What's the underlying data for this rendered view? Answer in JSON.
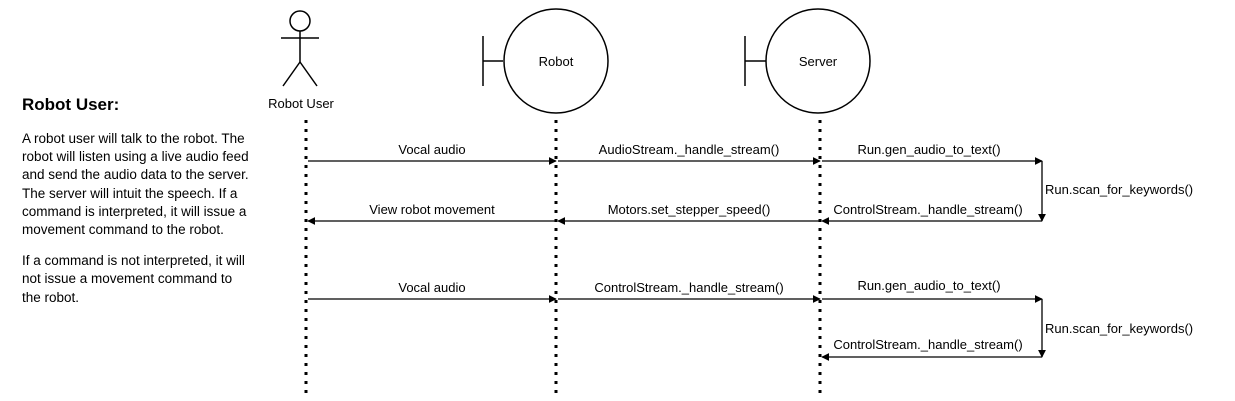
{
  "description": {
    "title": "Robot User:",
    "paragraphs": [
      "A robot user will talk to the robot. The robot will listen using a live audio feed and send the audio data to the server. The server will intuit the speech. If a command is interpreted, it will issue a movement command to the robot.",
      "If a command is not interpreted, it will not issue a movement command to the robot."
    ]
  },
  "participants": {
    "user": "Robot User",
    "robot": "Robot",
    "server": "Server"
  },
  "messages": {
    "m1": "Vocal audio",
    "m2": "AudioStream._handle_stream()",
    "m3": "Run.gen_audio_to_text()",
    "m4": "Run.scan_for_keywords()",
    "m5": "ControlStream._handle_stream()",
    "m6": "Motors.set_stepper_speed()",
    "m7": "View robot movement",
    "m8": "Vocal audio",
    "m9": "ControlStream._handle_stream()",
    "m10": "Run.gen_audio_to_text()",
    "m11": "Run.scan_for_keywords()",
    "m12": "ControlStream._handle_stream()"
  }
}
